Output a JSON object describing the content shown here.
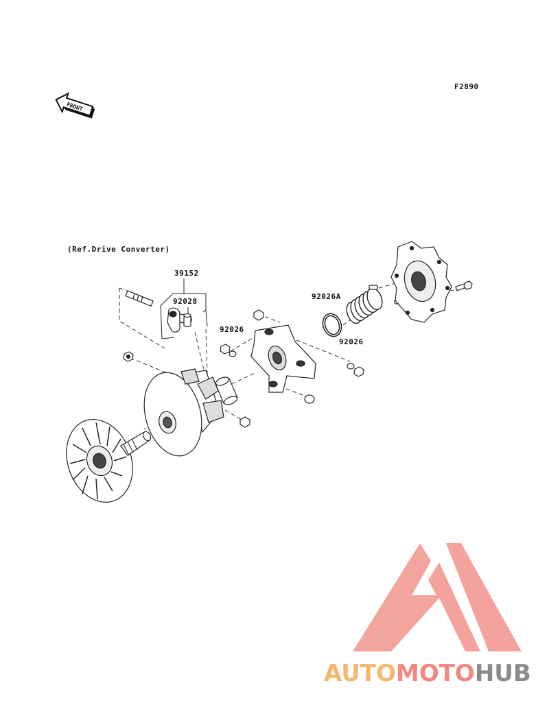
{
  "figure_code": "F2890",
  "front_arrow": {
    "text": "FRONT"
  },
  "reference_note": "(Ref.Drive Converter)",
  "callouts": {
    "kit": "39152",
    "weight_pin": "92028",
    "spacer_left": "92026",
    "washer": "92026A",
    "spacer_right": "92026"
  },
  "watermark": {
    "part1": "AUTO",
    "part2": "MOTO",
    "part3": "HUB",
    "colors": {
      "auto": "#f6b66e",
      "moto": "#f2877f",
      "hub": "#8a8a8a",
      "logo": "#f29a92"
    }
  }
}
